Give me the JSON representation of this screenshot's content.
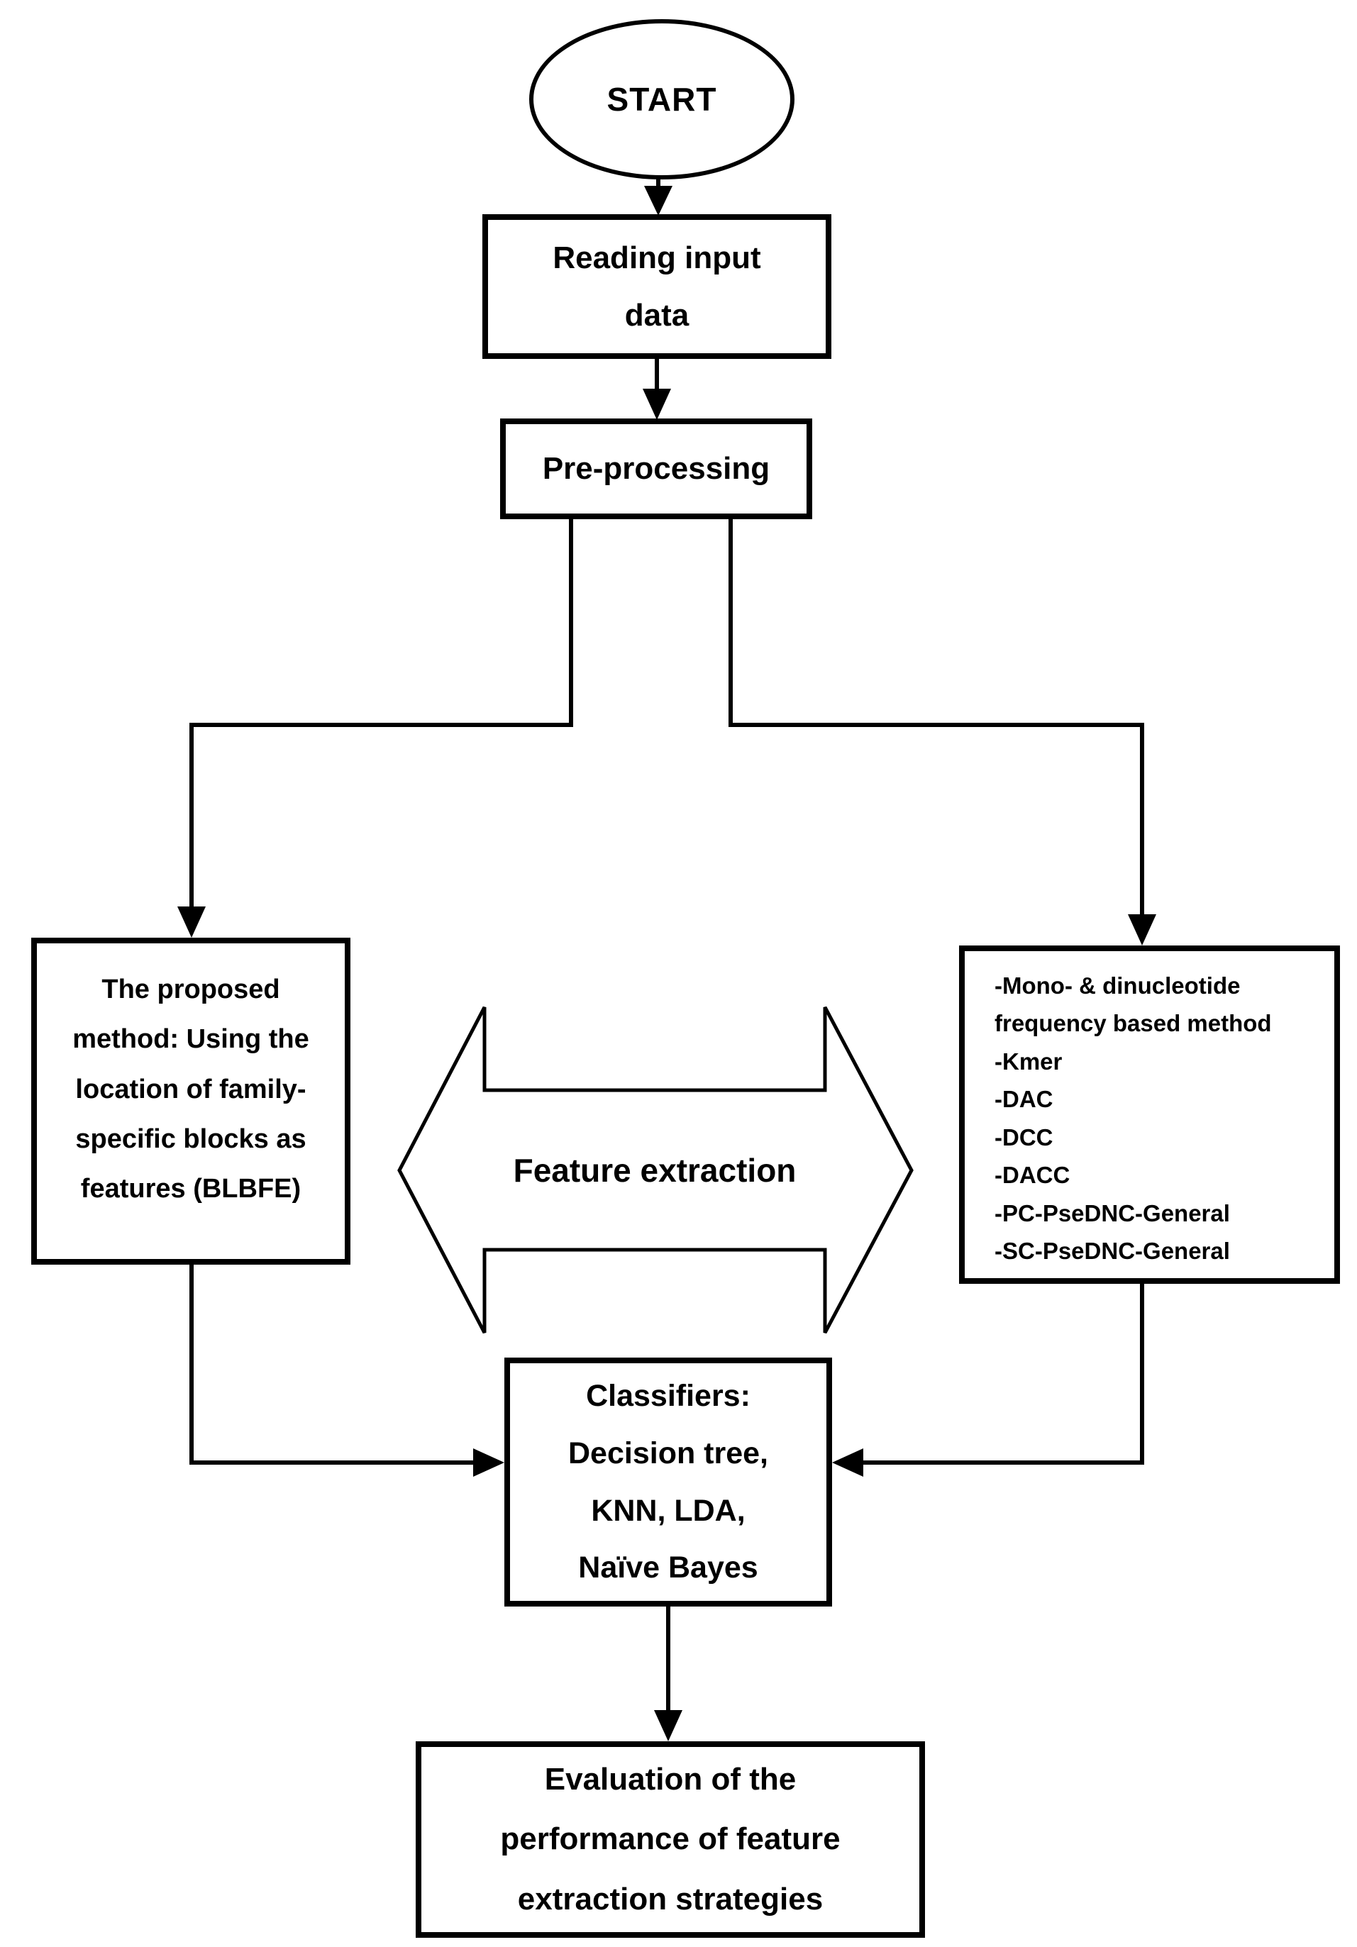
{
  "diagram": {
    "type": "flowchart",
    "background_color": "#ffffff",
    "stroke_color": "#000000",
    "text_color": "#000000",
    "nodes": {
      "start": {
        "shape": "ellipse",
        "label": "START"
      },
      "reading_input": {
        "shape": "rect",
        "label": "Reading input\ndata"
      },
      "preprocessing": {
        "shape": "rect",
        "label": "Pre-processing"
      },
      "proposed_method": {
        "shape": "rect",
        "label": "The proposed\nmethod: Using the\nlocation of family-\nspecific blocks as\nfeatures (BLBFE)"
      },
      "feature_methods": {
        "shape": "rect",
        "label": "-Mono- & dinucleotide\nfrequency based method\n-Kmer\n-DAC\n-DCC\n-DACC\n-PC-PseDNC-General\n-SC-PseDNC-General"
      },
      "feature_extraction": {
        "shape": "double-arrow",
        "label": "Feature extraction"
      },
      "classifiers": {
        "shape": "rect",
        "label": "Classifiers:\nDecision tree,\nKNN, LDA,\nNaïve Bayes"
      },
      "evaluation": {
        "shape": "rect",
        "label": "Evaluation of the\nperformance of feature\nextraction strategies"
      }
    },
    "edges": [
      {
        "from": "start",
        "to": "reading_input"
      },
      {
        "from": "reading_input",
        "to": "preprocessing"
      },
      {
        "from": "preprocessing",
        "to": "proposed_method"
      },
      {
        "from": "preprocessing",
        "to": "feature_methods"
      },
      {
        "from": "proposed_method",
        "to": "classifiers"
      },
      {
        "from": "feature_methods",
        "to": "classifiers"
      },
      {
        "from": "classifiers",
        "to": "evaluation"
      }
    ]
  }
}
